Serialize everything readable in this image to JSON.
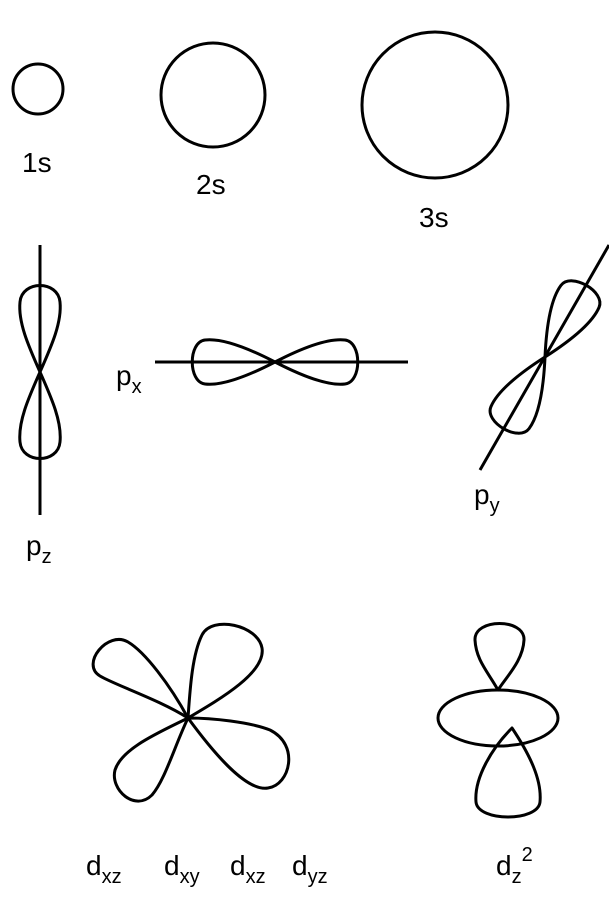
{
  "s_orbitals": [
    {
      "label": "1s"
    },
    {
      "label": "2s"
    },
    {
      "label": "3s"
    }
  ],
  "p_orbitals": {
    "pz": {
      "base": "p",
      "sub": "z"
    },
    "px": {
      "base": "p",
      "sub": "x"
    },
    "py": {
      "base": "p",
      "sub": "y"
    }
  },
  "d_orbitals": {
    "labels": [
      {
        "base": "d",
        "sub": "xz"
      },
      {
        "base": "d",
        "sub": "xy"
      },
      {
        "base": "d",
        "sub": "xz"
      },
      {
        "base": "d",
        "sub": "yz"
      }
    ],
    "dz2": {
      "base": "d",
      "sub": "z",
      "sup": "2"
    }
  }
}
